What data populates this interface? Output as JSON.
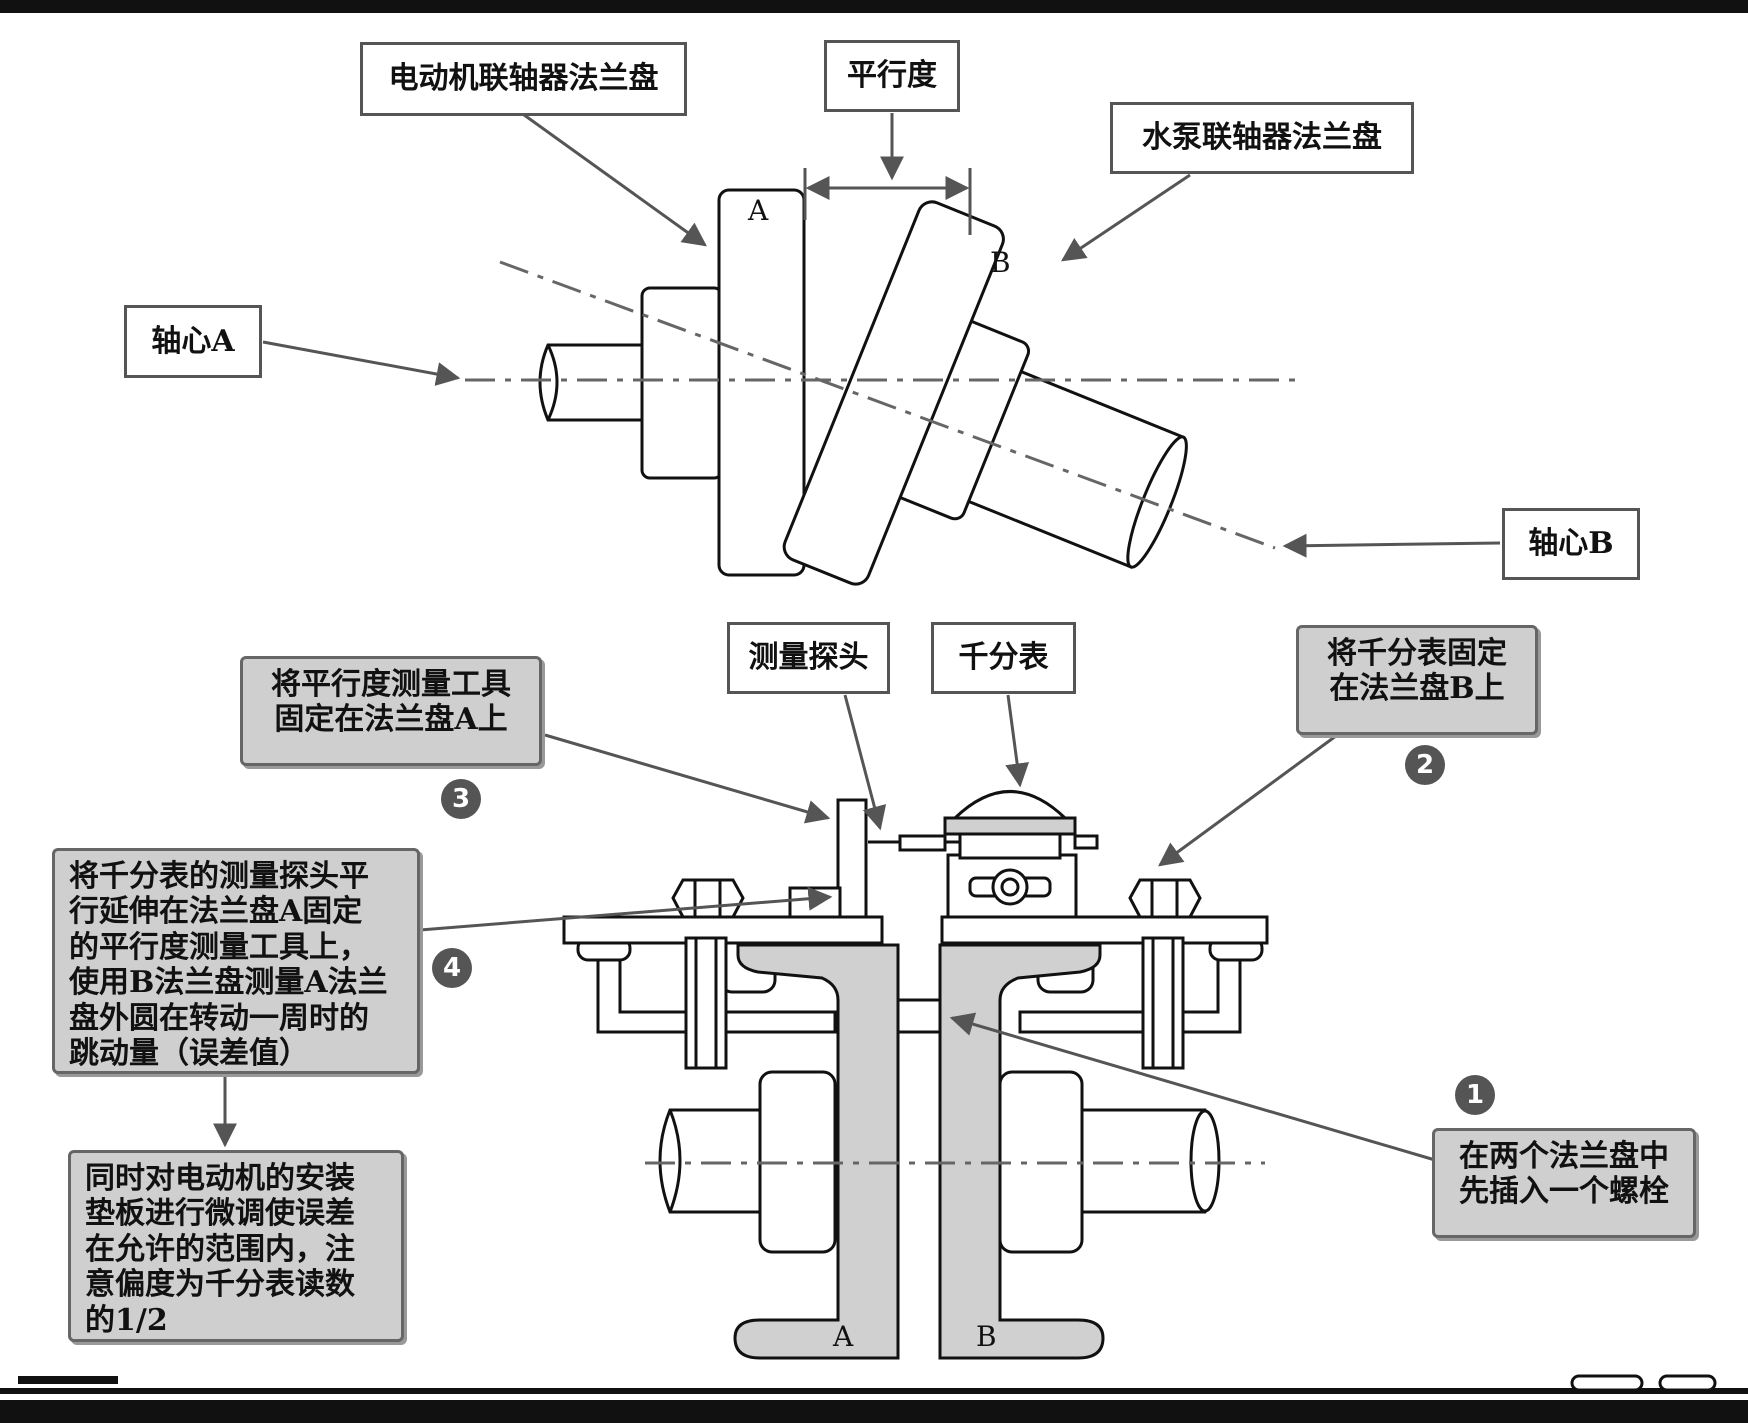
{
  "labels": {
    "motor_flange": "电动机联轴器法兰盘",
    "parallelism": "平行度",
    "pump_flange": "水泵联轴器法兰盘",
    "axis_a": "轴心A",
    "axis_b": "轴心B",
    "flange_a": "A",
    "flange_b": "B",
    "probe": "测量探头",
    "dial_gauge": "千分表",
    "bottom_a": "A",
    "bottom_b": "B"
  },
  "steps": {
    "step1": {
      "num": "1",
      "lines": [
        "在两个法兰盘中",
        "先插入一个螺栓"
      ]
    },
    "step2": {
      "num": "2",
      "lines": [
        "将千分表固定",
        "在法兰盘B上"
      ]
    },
    "step3": {
      "num": "3",
      "lines": [
        "将平行度测量工具",
        "固定在法兰盘A上"
      ]
    },
    "step4": {
      "num": "4",
      "lines": [
        "将千分表的测量探头平",
        "行延伸在法兰盘A固定",
        "的平行度测量工具上，",
        "使用B法兰盘测量A法兰",
        "盘外圆在转动一周时的",
        "跳动量（误差值）"
      ]
    }
  },
  "final_note": {
    "lines": [
      "同时对电动机的安装",
      "垫板进行微调使误差",
      "在允许的范围内，注",
      "意偏度为千分表读数",
      "的1/2"
    ]
  },
  "colors": {
    "flange_fill": "#d0d0d0",
    "box_fill": "#cfcfcf",
    "line": "#555555",
    "badge": "#555555"
  }
}
